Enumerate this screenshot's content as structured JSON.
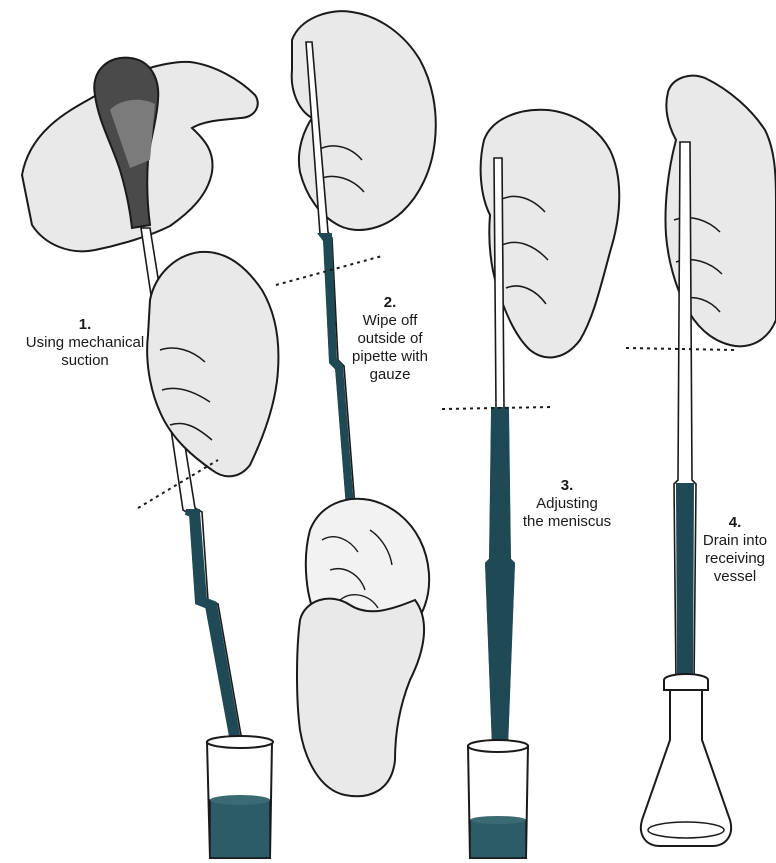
{
  "steps": [
    {
      "number": "1.",
      "lines": [
        "Using mechanical",
        "suction"
      ]
    },
    {
      "number": "2.",
      "lines": [
        "Wipe off",
        "outside of",
        "pipette with",
        "gauze"
      ]
    },
    {
      "number": "3.",
      "lines": [
        "Adjusting",
        "the meniscus"
      ]
    },
    {
      "number": "4.",
      "lines": [
        "Drain into",
        "receiving",
        "vessel"
      ]
    }
  ],
  "colors": {
    "liquid": "#1f4a55",
    "liquid_light": "#3c6a73",
    "outline": "#1a1a1a",
    "hand_fill": "#e9e9e9",
    "bulb_dark": "#4a4a4a",
    "bulb_light": "#7b7b7b",
    "glass": "#ffffff"
  }
}
